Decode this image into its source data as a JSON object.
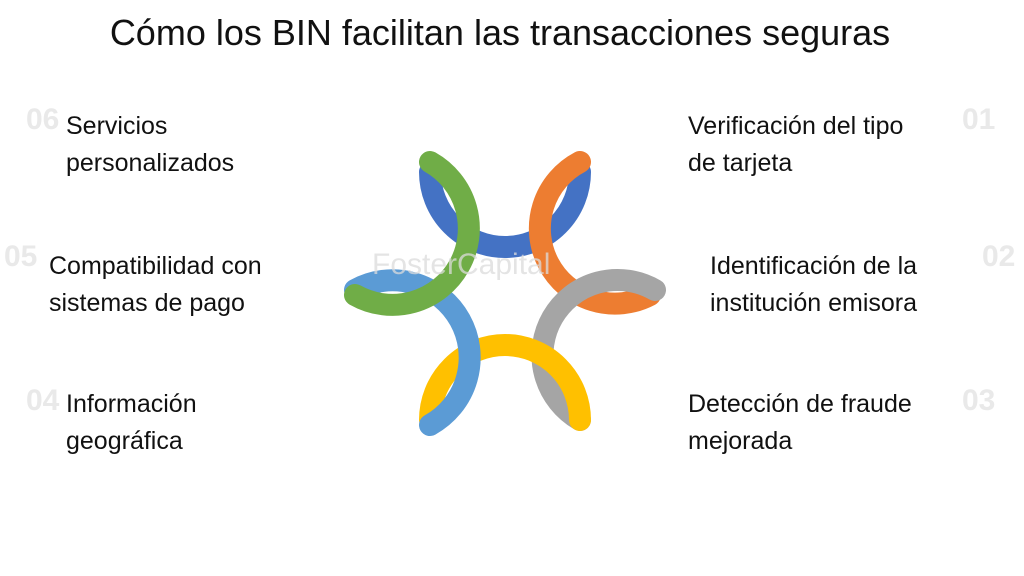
{
  "title": "Cómo los BIN facilitan las transacciones seguras",
  "items": [
    {
      "number": "01",
      "line1": "Verificación del tipo",
      "line2": "de tarjeta"
    },
    {
      "number": "02",
      "line1": "Identificación de la",
      "line2": "institución emisora"
    },
    {
      "number": "03",
      "line1": "Detección de fraude",
      "line2": "mejorada"
    },
    {
      "number": "04",
      "line1": "Información",
      "line2": "geográfica"
    },
    {
      "number": "05",
      "line1": "Compatibilidad con",
      "line2": "sistemas de pago"
    },
    {
      "number": "06",
      "line1": "Servicios",
      "line2": "personalizados"
    }
  ],
  "watermark": "FosterCapital",
  "colors": {
    "blue": "#4472c4",
    "orange": "#ed7d31",
    "gray": "#a5a5a5",
    "yellow": "#ffc000",
    "light_blue": "#5b9bd5",
    "green": "#70ad47"
  }
}
